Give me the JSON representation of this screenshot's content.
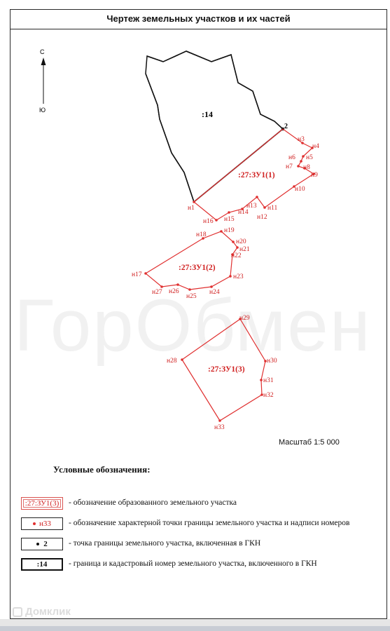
{
  "header": {
    "title": "Чертеж земельных участков и их частей"
  },
  "compass": {
    "north": "С",
    "south": "Ю"
  },
  "existing_parcel": {
    "label": ":14",
    "point_label": "2"
  },
  "parcels": [
    {
      "label": ":27:ЗУ1(1)",
      "points": [
        "н1",
        "н3",
        "н4",
        "н5",
        "н6",
        "н7",
        "н8",
        "н9",
        "н10",
        "н11",
        "н12",
        "н13",
        "н14",
        "н15",
        "н16"
      ]
    },
    {
      "label": ":27:ЗУ1(2)",
      "points": [
        "н17",
        "н18",
        "н19",
        "н20",
        "н21",
        "н22",
        "н23",
        "н24",
        "н25",
        "н26",
        "н27"
      ]
    },
    {
      "label": ":27:ЗУ1(3)",
      "points": [
        "н28",
        "н29",
        "н30",
        "н31",
        "н32",
        "н33"
      ]
    }
  ],
  "scale": "Масштаб 1:5 000",
  "legend": {
    "title": "Условные обозначения:",
    "items": [
      {
        "symbol": ":27:ЗУ1(3)",
        "text": "- обозначение образованного  земельного участка"
      },
      {
        "symbol": "н33",
        "text": "- обозначение характерной точки границы земельного участка и надписи номеров"
      },
      {
        "symbol": "2",
        "text": "- точка границы земельного участка, включенная в ГКН"
      },
      {
        "symbol": ":14",
        "text": "- граница и кадастровый номер земельного участка, включенного в ГКН"
      }
    ]
  },
  "watermark": "ГорОбмен",
  "brand": "Домклик",
  "colors": {
    "parcel_new": "#e03030",
    "parcel_existing": "#111111",
    "label_new": "#d02020"
  }
}
